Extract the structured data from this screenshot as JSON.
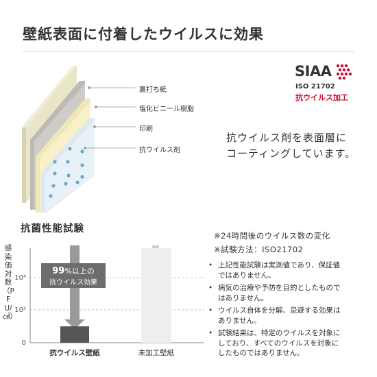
{
  "title": "壁紙表面に付着したウイルスに効果",
  "layers": {
    "backing_paper": "裏打ち紙",
    "pvc_resin": "塩化ビニール樹脂",
    "print": "印刷",
    "antiviral_agent": "抗ウイルス剤"
  },
  "siaa": {
    "logo": "SIAA",
    "iso": "ISO 21702",
    "label": "抗ウイルス加工"
  },
  "description": [
    "抗ウイルス剤を表面層に",
    "コーティングしています。"
  ],
  "section_title": "抗菌性能試験",
  "notes": {
    "after_24h": "※24時間後のウイルス数の変化",
    "test_method": "※試験方法：ISO21702"
  },
  "bullets": [
    [
      "上記性能試験は実測値であり、保証値",
      "ではありません。"
    ],
    [
      "病気の治療や予防を目的としたもので",
      "はありません。"
    ],
    [
      "ウイルス自体を分解、忌避する効果は",
      "ありません。"
    ],
    [
      "試験結果は、特定のウイルスを対象に",
      "しており、すべてのウイルスを対象に",
      "したものではありません。"
    ]
  ],
  "callout": {
    "percent": "99",
    "percent_suffix": "%以上の",
    "line2": "抗ウイルス効果"
  },
  "colors": {
    "antiviral_bar": "#555555",
    "untreated_bar": "#eeeeee",
    "callout": "#6d6d6d",
    "siaa_red": "#c8102e"
  },
  "chart_data": {
    "type": "bar",
    "ylabel": "感染価対数（PFU/㎠）",
    "yticks": [
      "10⁴",
      "10²",
      "0"
    ],
    "categories": [
      "抗ウイルス壁紙",
      "未加工壁紙"
    ],
    "values_log10": [
      0.9,
      5.2
    ],
    "ylim_log10": [
      0,
      5.2
    ],
    "grid": true
  }
}
